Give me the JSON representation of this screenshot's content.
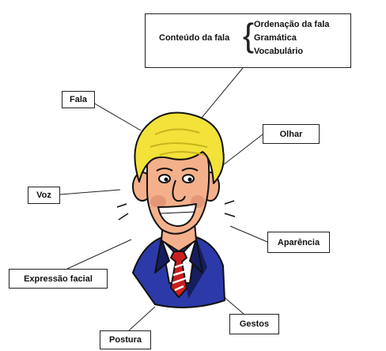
{
  "labels": {
    "conteudo": "Conteúdo da fala",
    "conteudo_items": [
      "Ordenação da fala",
      "Gramática",
      "Vocabulário"
    ],
    "fala": "Fala",
    "olhar": "Olhar",
    "voz": "Voz",
    "aparencia": "Aparência",
    "expressao": "Expressão facial",
    "gestos": "Gestos",
    "postura": "Postura"
  },
  "colors": {
    "hair": "#f2e23a",
    "hair_shadow": "#c9b41e",
    "skin": "#f4b08a",
    "skin_shadow": "#d9876a",
    "suit": "#2b3aa8",
    "suit_dark": "#151d5e",
    "tie_red": "#cc1e1e",
    "shirt": "#ffffff",
    "line": "#222222"
  }
}
